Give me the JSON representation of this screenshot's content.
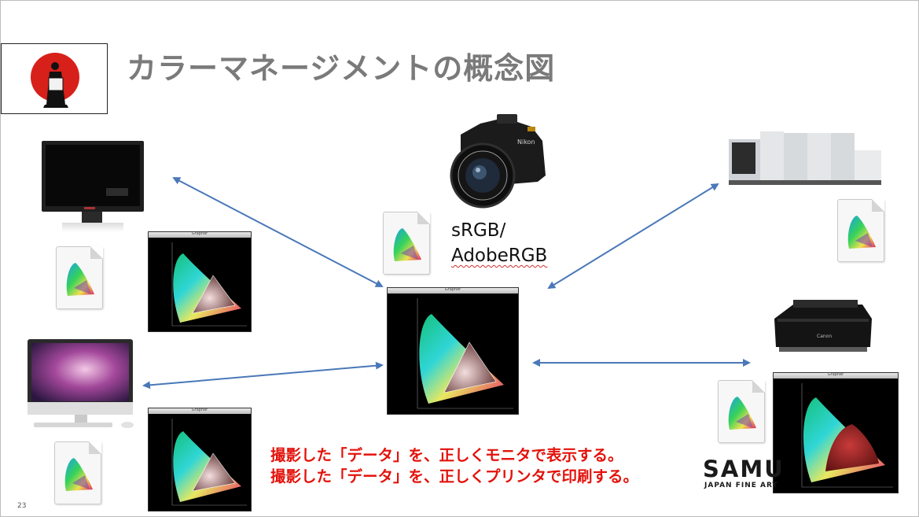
{
  "slide": {
    "title": "カラーマネージメントの概念図",
    "page_number": "23",
    "camera_profile_label_line1": "sRGB/",
    "camera_profile_label_line2": "AdobeRGB",
    "caption_line1": "撮影した「データ」を、正しくモニタで表示する。",
    "caption_line2": "撮影した「データ」を、正しくプリンタで印刷する。",
    "logo_text": "SAMU",
    "logo_subtext": "JAPAN FINE ART",
    "gamut_window_title": "Grapher"
  },
  "icons": [
    "camera-icon",
    "monitor-icon",
    "imac-icon",
    "press-icon",
    "printer-icon",
    "icc-profile-icon",
    "gamut-plot"
  ],
  "colors": {
    "arrow": "#4a78b8",
    "caption": "#e3120b",
    "title": "#7a7a7a",
    "logo_sun": "#d8201a"
  }
}
